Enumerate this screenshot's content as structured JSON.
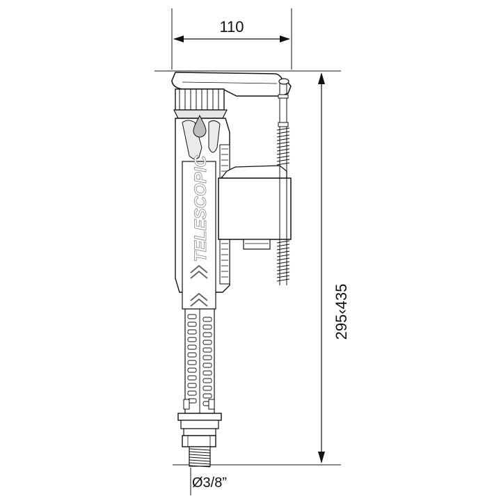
{
  "dimensions": {
    "width_label": "110",
    "height_label": "295‹435",
    "diameter_label": "Ø3/8”"
  },
  "product": {
    "brand_text": "TELESCOPIC"
  },
  "colors": {
    "line": "#111111",
    "body_fill": "#ffffff",
    "shade": "#cfcfcf",
    "dark": "#6b6b6b"
  }
}
